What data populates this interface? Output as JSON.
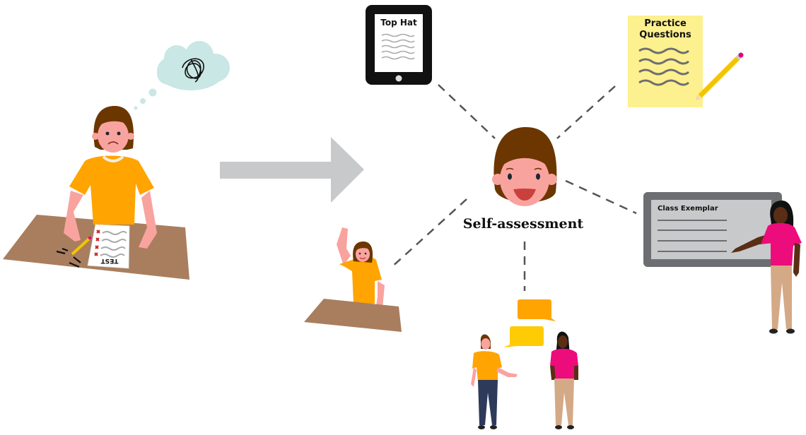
{
  "diagram": {
    "center": {
      "label": "Self-assessment"
    },
    "before": {
      "description": "Stressed student taking a test",
      "paper_label": "TEST"
    },
    "arrow": {
      "direction": "right",
      "color": "#c8c9ca"
    },
    "nodes": [
      {
        "id": "top-hat",
        "label": "Top Hat"
      },
      {
        "id": "practice-questions",
        "label": "Practice Questions",
        "line1": "Practice",
        "line2": "Questions"
      },
      {
        "id": "class-exemplar",
        "label": "Class Exemplar"
      },
      {
        "id": "raise-hand",
        "label": ""
      },
      {
        "id": "peer-discussion",
        "label": ""
      }
    ],
    "colors": {
      "shirt_orange": "#ffa400",
      "shirt_pink": "#ec0c7c",
      "hair_brown": "#6b3600",
      "skin_light": "#f9a39f",
      "skin_dark": "#5a2e14",
      "desk": "#a97e5e",
      "note_yellow": "#fdf08e",
      "cloud": "#c9e7e4",
      "board_frame": "#6d6e71",
      "board_fill": "#c8c9ca",
      "bubble_orange": "#ffa400",
      "bubble_yellow": "#ffcb05",
      "connector": "#555555"
    }
  }
}
